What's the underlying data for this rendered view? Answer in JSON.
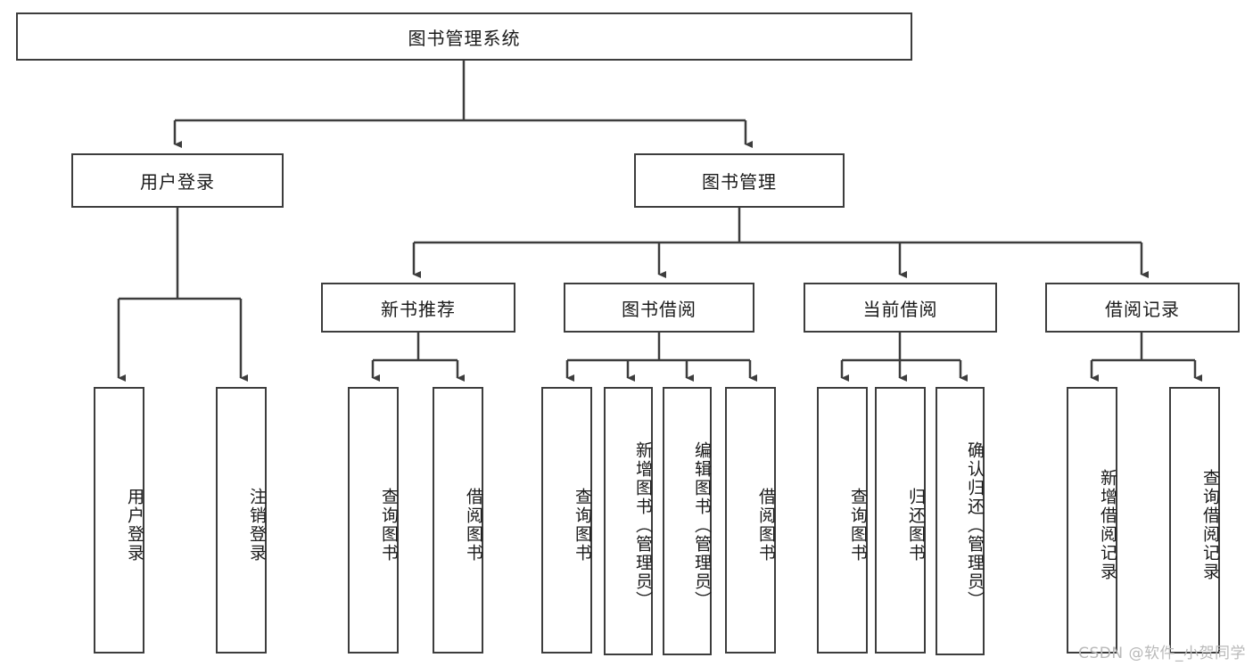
{
  "diagram": {
    "title": "图书管理系统",
    "type": "tree-hierarchy",
    "root": {
      "label": "图书管理系统"
    },
    "level1": [
      {
        "label": "用户登录"
      },
      {
        "label": "图书管理"
      }
    ],
    "level2": [
      {
        "label": "新书推荐"
      },
      {
        "label": "图书借阅"
      },
      {
        "label": "当前借阅"
      },
      {
        "label": "借阅记录"
      }
    ],
    "leaves": {
      "user_login": [
        {
          "label": "用户登录"
        },
        {
          "label": "注销登录"
        }
      ],
      "new_book_recommend": [
        {
          "label": "查询图书"
        },
        {
          "label": "借阅图书"
        }
      ],
      "book_borrow": [
        {
          "label": "查询图书"
        },
        {
          "label": "新增图书（管理员）"
        },
        {
          "label": "编辑图书（管理员）"
        },
        {
          "label": "借阅图书"
        }
      ],
      "current_borrow": [
        {
          "label": "查询图书"
        },
        {
          "label": "归还图书"
        },
        {
          "label": "确认归还（管理员）"
        }
      ],
      "borrow_record": [
        {
          "label": "新增借阅记录"
        },
        {
          "label": "查询借阅记录"
        }
      ]
    }
  },
  "watermark": {
    "text": "CSDN @软件_小贺同学"
  },
  "colors": {
    "stroke": "#3d3d3d",
    "background": "#ffffff",
    "text": "#1a1a1a",
    "watermark": "#b9b9b9"
  }
}
